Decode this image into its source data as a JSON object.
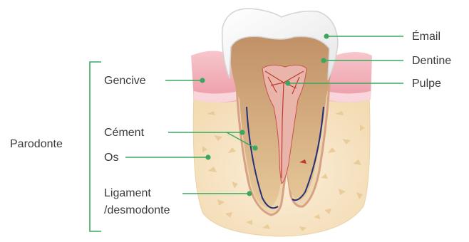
{
  "labels": {
    "email": "Émail",
    "dentine": "Dentine",
    "pulpe": "Pulpe",
    "gencive": "Gencive",
    "cement": "Cément",
    "os": "Os",
    "ligament_line1": "Ligament",
    "ligament_line2": "/desmodonte",
    "parodonte": "Parodonte"
  },
  "colors": {
    "leader_line": "#3aa860",
    "enamel": "#ffffff",
    "dentine": "#c9a27a",
    "pulp": "#e4a4a0",
    "gum": "#f1b7bf",
    "bone": "#f6e2bf",
    "nerve": "#24307a",
    "bracket": "#3aa860"
  }
}
